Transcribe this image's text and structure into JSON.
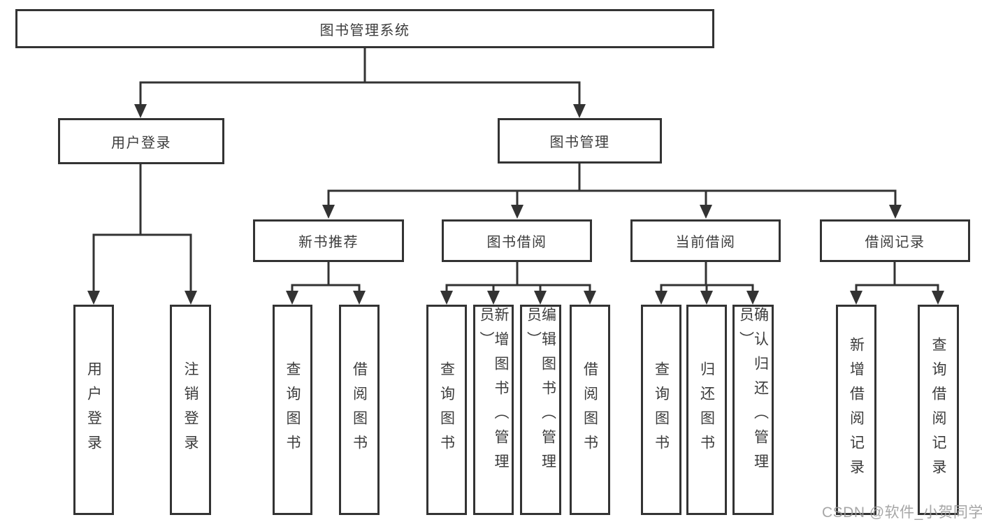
{
  "diagram": {
    "root": {
      "label": "图书管理系统"
    },
    "level2": [
      {
        "label": "用户登录"
      },
      {
        "label": "图书管理"
      }
    ],
    "level3": [
      {
        "label": "新书推荐"
      },
      {
        "label": "图书借阅"
      },
      {
        "label": "当前借阅"
      },
      {
        "label": "借阅记录"
      }
    ],
    "leaves": [
      {
        "label": "用户登录"
      },
      {
        "label": "注销登录"
      },
      {
        "label": "查询图书"
      },
      {
        "label": "借阅图书"
      },
      {
        "label": "查询图书"
      },
      {
        "label": "新增图书（管理员）"
      },
      {
        "label": "编辑图书（管理员）"
      },
      {
        "label": "借阅图书"
      },
      {
        "label": "查询图书"
      },
      {
        "label": "归还图书"
      },
      {
        "label": "确认归还（管理员）"
      },
      {
        "label": "新增借阅记录"
      },
      {
        "label": "查询借阅记录"
      }
    ]
  },
  "watermark": {
    "text": "CSDN @软件_小贺同学"
  },
  "colors": {
    "line": "#333333",
    "box_border": "#333333",
    "text": "#3c3c3c",
    "background": "#ffffff",
    "watermark": "#9a9a9a"
  }
}
